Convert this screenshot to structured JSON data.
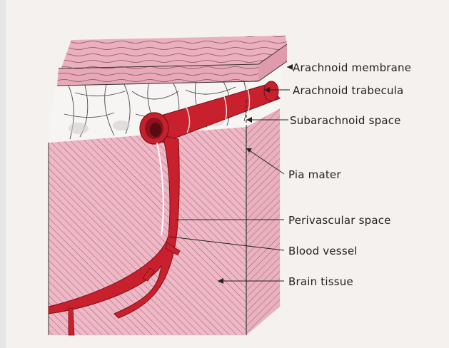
{
  "labels": {
    "arachnoid_membrane": "Arachnoid membrane",
    "arachnoid_trabecula": "Arachnoid trabecula",
    "subarachnoid_space": "Subarachnoid space",
    "pia_mater": "Pia mater",
    "perivascular_space": "Perivascular space",
    "blood_vessel": "Blood vessel",
    "brain_tissue": "Brain tissue"
  },
  "colors": {
    "tissue_pink": "#f0b7c6",
    "membrane_pink": "#eab0be",
    "vessel_red": "#c8202c",
    "vessel_dark": "#8c1420",
    "ink": "#222222",
    "background": "#f4f1ef"
  }
}
